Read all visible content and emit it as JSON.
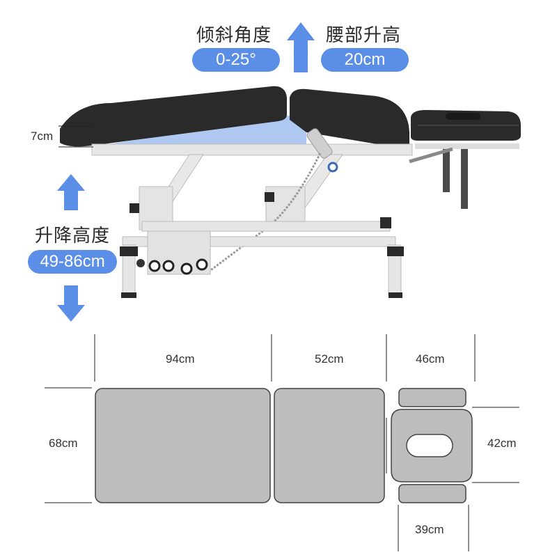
{
  "annotations": {
    "tilt_label": "倾斜角度",
    "tilt_value": "0-25°",
    "waist_label": "腰部升高",
    "waist_value": "20cm",
    "height_label": "升降高度",
    "height_value": "49-86cm",
    "thickness": "7cm"
  },
  "dimensions": {
    "back_length": "94cm",
    "middle_length": "52cm",
    "head_length": "46cm",
    "width": "68cm",
    "head_width": "42cm",
    "head_cushion_length": "39cm"
  },
  "colors": {
    "accent": "#5b8ee6",
    "cushion": "#2a2a2b",
    "frame": "#e6e6e6",
    "plan_fill": "#bdbdbd"
  }
}
